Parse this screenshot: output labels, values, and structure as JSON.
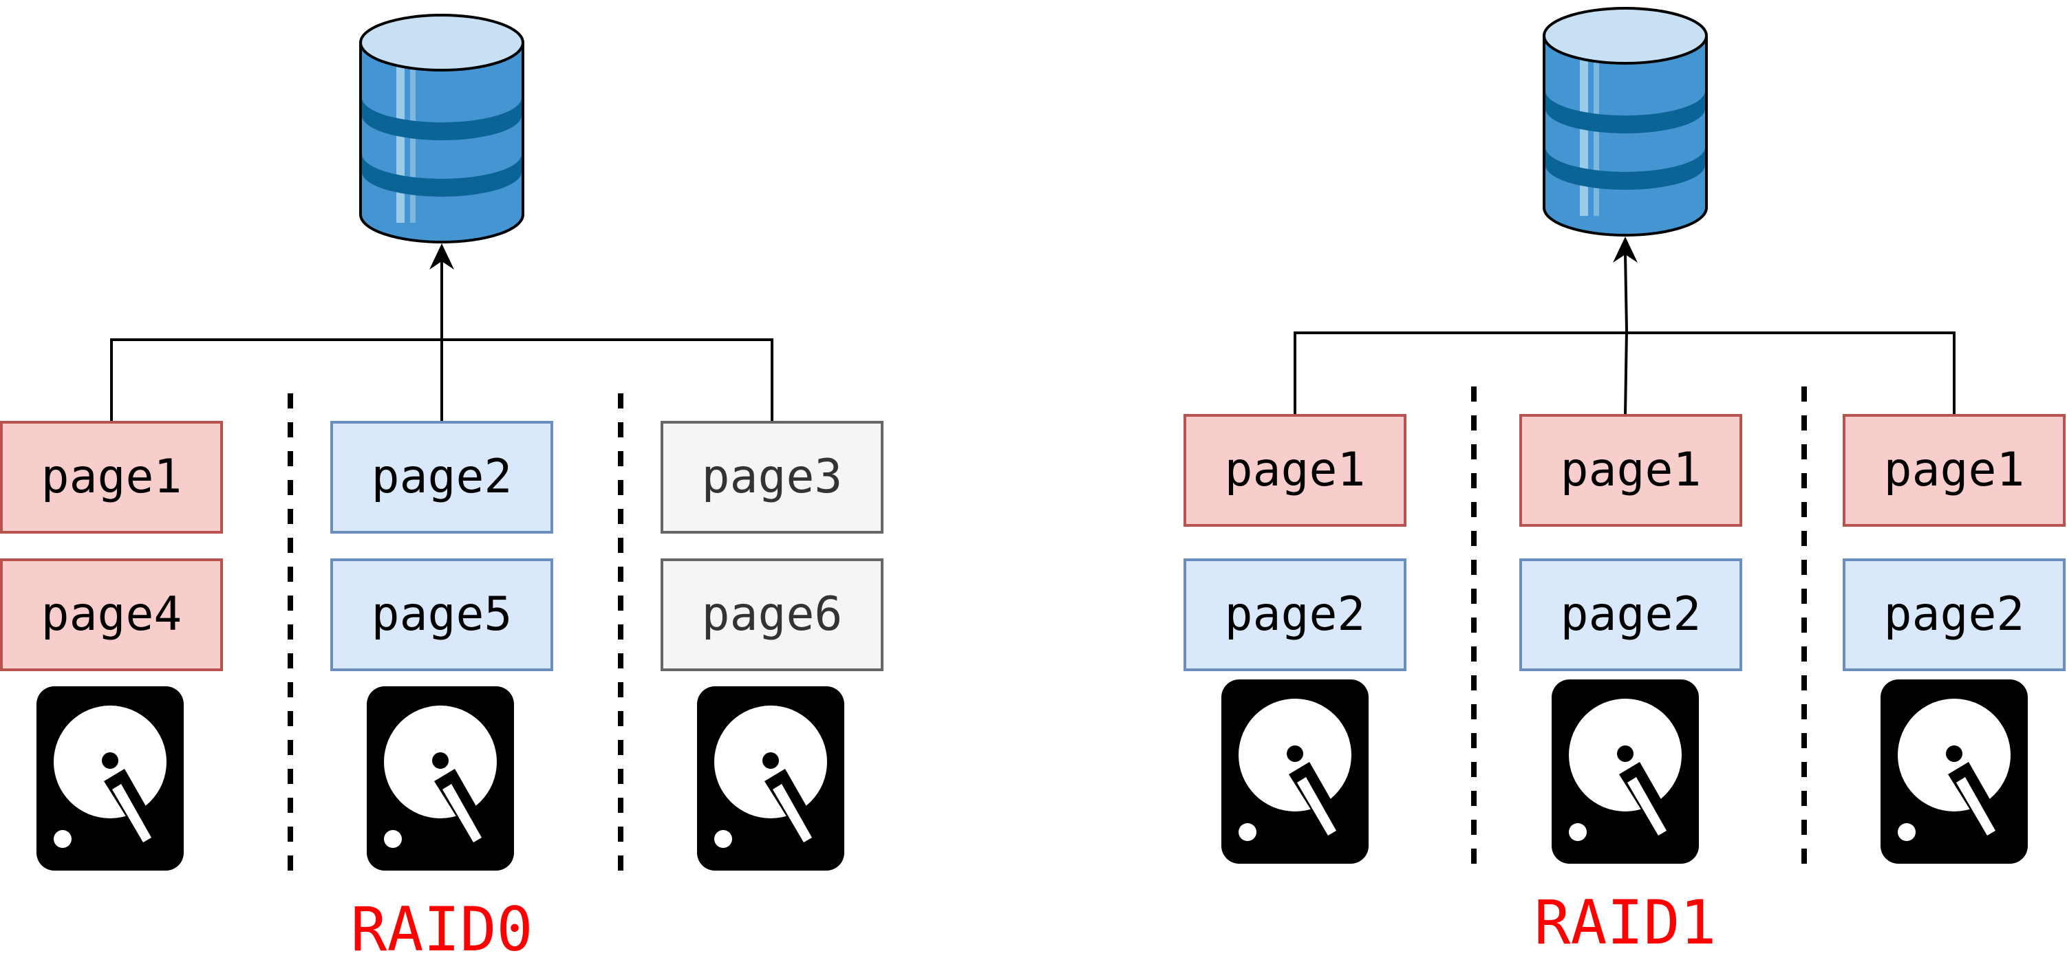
{
  "colors": {
    "red_fill": "#f8cecc",
    "red_stroke": "#b85450",
    "blue_fill": "#dae8fc",
    "blue_stroke": "#6c8ebf",
    "gray_fill": "#f5f5f5",
    "gray_stroke": "#666666",
    "gray_text": "#333333",
    "title_color": "#ff0000",
    "db_body": "#4495d1",
    "db_top": "#c8e0f4",
    "db_band": "#0a6496"
  },
  "raid0": {
    "title": "RAID0",
    "disk1": {
      "page_a": "page1",
      "page_b": "page4"
    },
    "disk2": {
      "page_a": "page2",
      "page_b": "page5"
    },
    "disk3": {
      "page_a": "page3",
      "page_b": "page6"
    }
  },
  "raid1": {
    "title": "RAID1",
    "disk1": {
      "page_a": "page1",
      "page_b": "page2"
    },
    "disk2": {
      "page_a": "page1",
      "page_b": "page2"
    },
    "disk3": {
      "page_a": "page1",
      "page_b": "page2"
    }
  }
}
